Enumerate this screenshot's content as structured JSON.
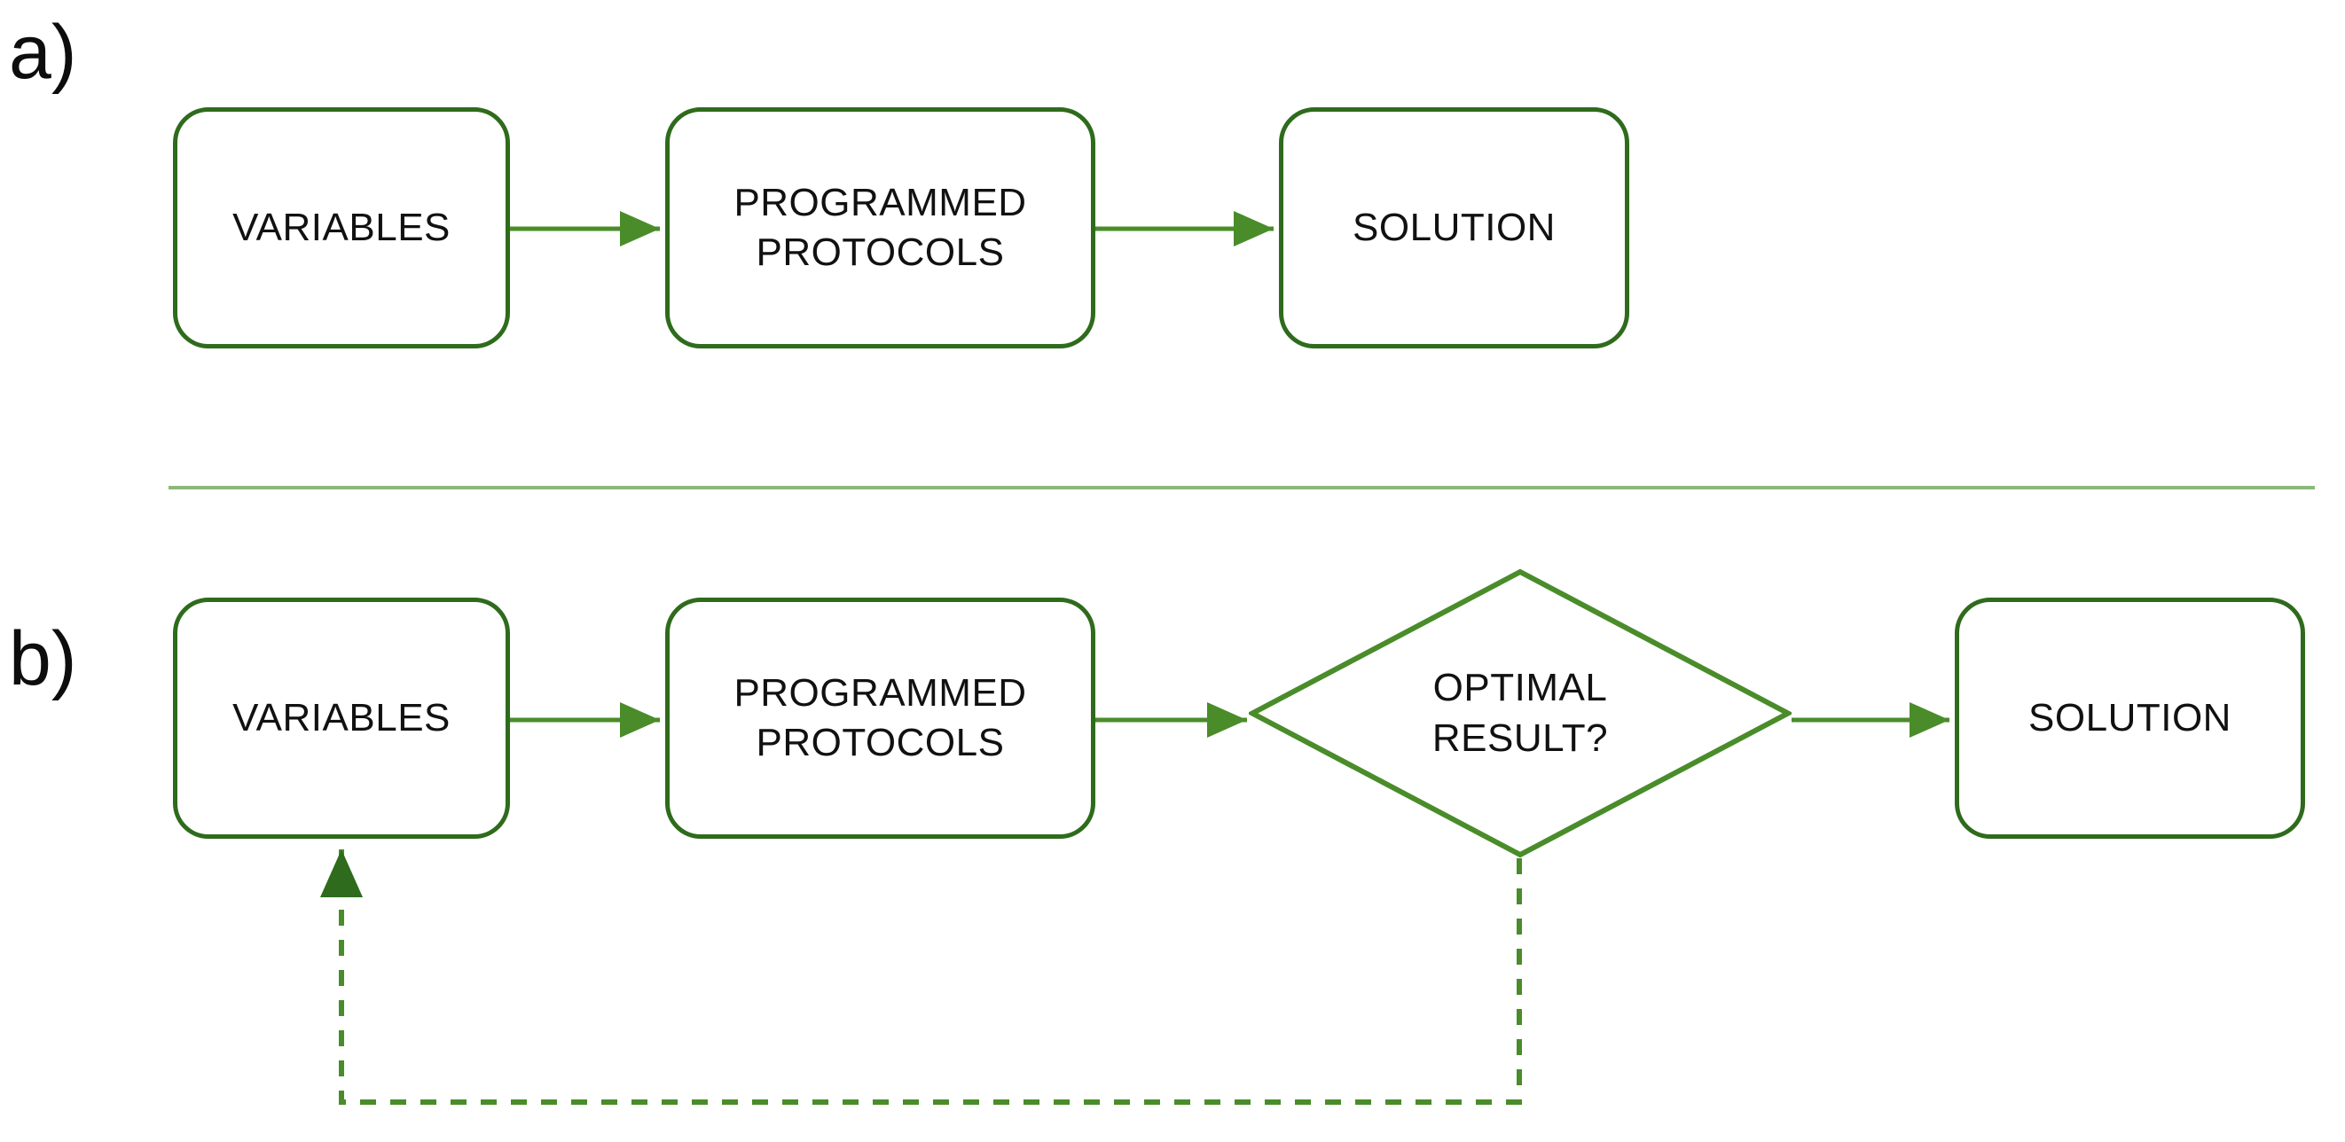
{
  "figure": {
    "background_color": "#ffffff",
    "box_border_color": "#2e6b1c",
    "connector_color": "#4a8c2a",
    "divider_color": "#8cb97a",
    "text_color": "#111111"
  },
  "panels": [
    {
      "label": "a)",
      "nodes": [
        {
          "id": "a-variables",
          "shape": "rounded-rect",
          "text": "VARIABLES"
        },
        {
          "id": "a-protocols",
          "shape": "rounded-rect",
          "text": "PROGRAMMED\nPROTOCOLS"
        },
        {
          "id": "a-solution",
          "shape": "rounded-rect",
          "text": "SOLUTION"
        }
      ],
      "connectors": [
        {
          "from": "a-variables",
          "to": "a-protocols",
          "style": "solid",
          "arrow": true
        },
        {
          "from": "a-protocols",
          "to": "a-solution",
          "style": "solid",
          "arrow": true
        }
      ]
    },
    {
      "label": "b)",
      "nodes": [
        {
          "id": "b-variables",
          "shape": "rounded-rect",
          "text": "VARIABLES"
        },
        {
          "id": "b-protocols",
          "shape": "rounded-rect",
          "text": "PROGRAMMED\nPROTOCOLS"
        },
        {
          "id": "b-decision",
          "shape": "diamond",
          "text": "OPTIMAL\nRESULT?"
        },
        {
          "id": "b-solution",
          "shape": "rounded-rect",
          "text": "SOLUTION"
        }
      ],
      "connectors": [
        {
          "from": "b-variables",
          "to": "b-protocols",
          "style": "solid",
          "arrow": true
        },
        {
          "from": "b-protocols",
          "to": "b-decision",
          "style": "solid",
          "arrow": true
        },
        {
          "from": "b-decision",
          "to": "b-solution",
          "style": "solid",
          "arrow": true
        },
        {
          "from": "b-decision",
          "to": "b-variables",
          "style": "dashed",
          "arrow": true
        }
      ]
    }
  ]
}
